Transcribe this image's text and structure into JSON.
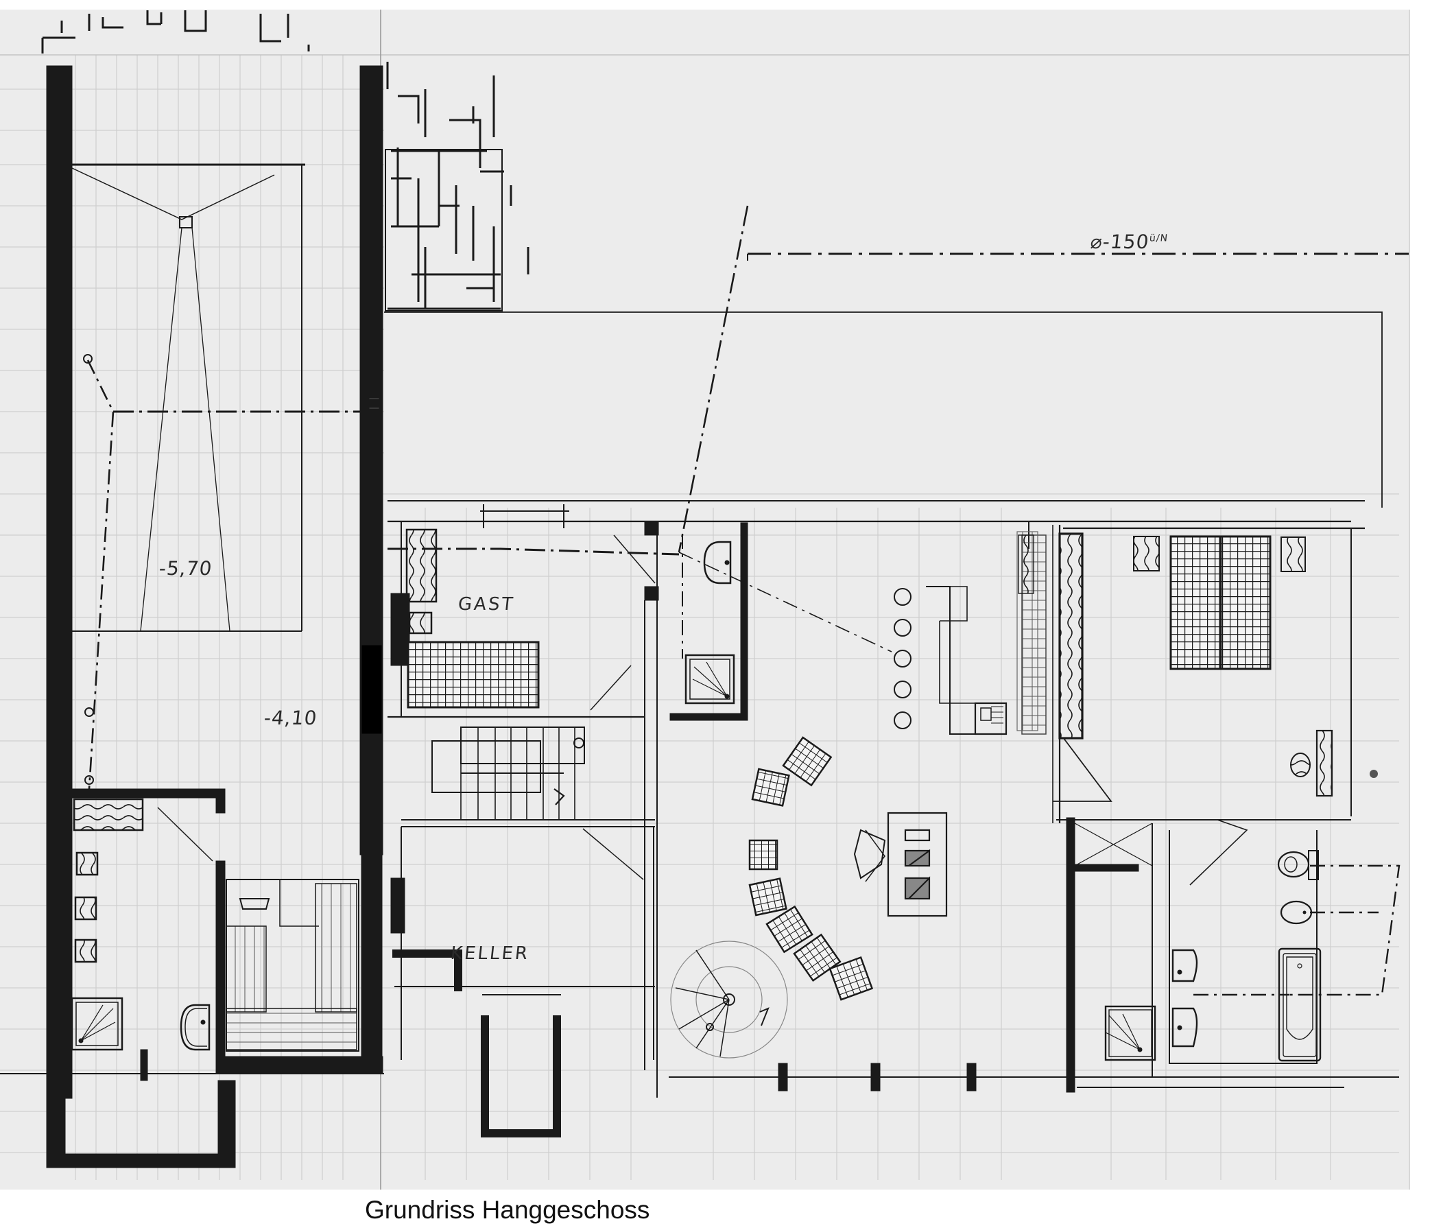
{
  "caption": "Grundriss Hanggeschoss",
  "rooms": {
    "gast": "GAST",
    "keller": "KELLER"
  },
  "levels": {
    "light_well": "-5,70",
    "terrace": "-4,10"
  },
  "pipe": {
    "label": "⌀-150",
    "suffix": "ü/N"
  },
  "colors": {
    "paper": "#ececec",
    "ink": "#1a1a1a",
    "grid": "#c9c9c9",
    "background": "#ffffff"
  }
}
